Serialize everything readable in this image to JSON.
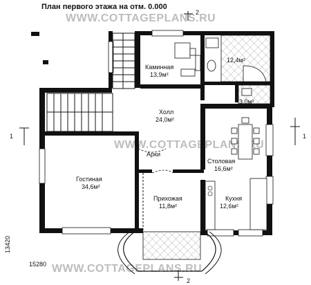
{
  "title": "План первого этажа на отм. 0.000",
  "watermark": "WWW.COTTAGEPLANS.RU",
  "section_marks": {
    "top": "2",
    "bottom": "2",
    "left": "1",
    "right": "1"
  },
  "dimensions": {
    "width": "15280",
    "height": "13420"
  },
  "rooms": [
    {
      "id": "kaminnaya",
      "name": "Каминная",
      "area": "13,9м²"
    },
    {
      "id": "bath1",
      "name": "",
      "area": "12,4м²"
    },
    {
      "id": "bath2",
      "name": "",
      "area": "3,0м²"
    },
    {
      "id": "holl",
      "name": "Холл",
      "area": "24,0м²"
    },
    {
      "id": "stolovaya",
      "name": "Столовая",
      "area": "16,6м²"
    },
    {
      "id": "gostinaya",
      "name": "Гостиная",
      "area": "34,6м²"
    },
    {
      "id": "prikhozhaya",
      "name": "Прихожая",
      "area": "11,8м²"
    },
    {
      "id": "kukhnya",
      "name": "Кухня",
      "area": "12,6м²"
    }
  ],
  "labels": {
    "arches": "Арки"
  }
}
